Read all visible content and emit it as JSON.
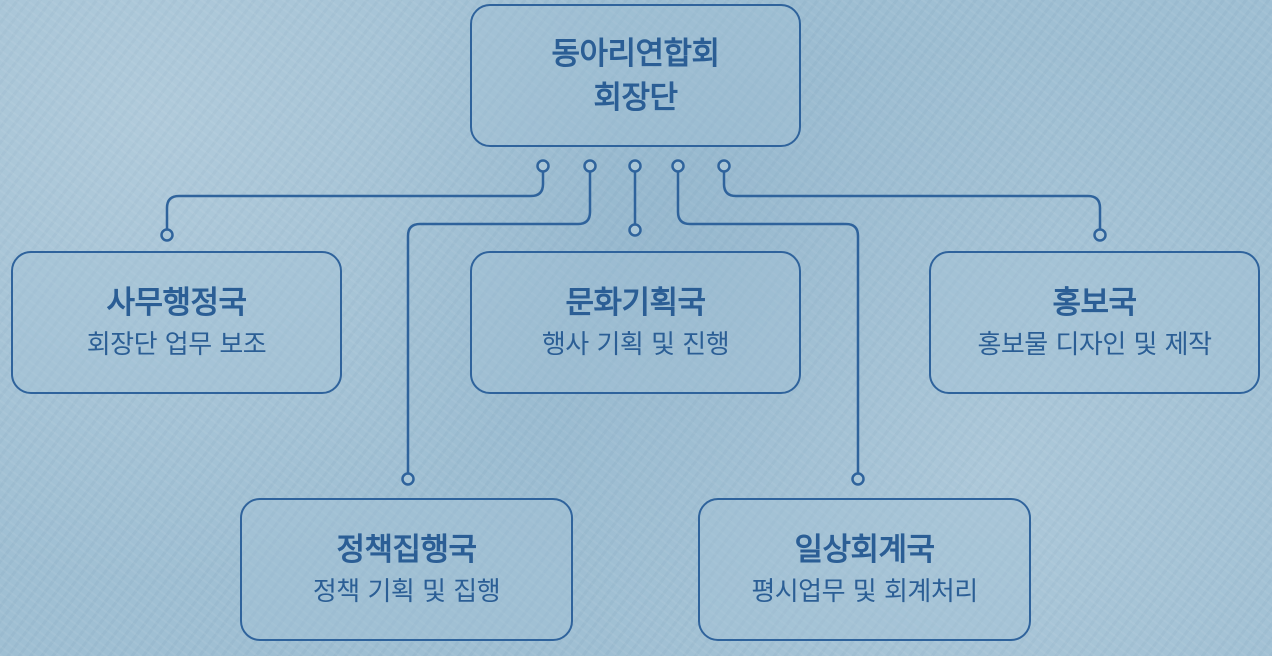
{
  "root": {
    "title_line1": "동아리연합회",
    "title_line2": "회장단"
  },
  "departments": [
    {
      "name": "사무행정국",
      "description": "회장단 업무 보조"
    },
    {
      "name": "문화기획국",
      "description": "행사 기획 및 진행"
    },
    {
      "name": "홍보국",
      "description": "홍보물 디자인 및 제작"
    },
    {
      "name": "정책집행국",
      "description": "정책 기획 및 집행"
    },
    {
      "name": "일상회계국",
      "description": "평시업무 및 회계처리"
    }
  ],
  "colors": {
    "primary": "#2f639c",
    "text": "#2b5e95",
    "background": "#9fbfd3"
  }
}
